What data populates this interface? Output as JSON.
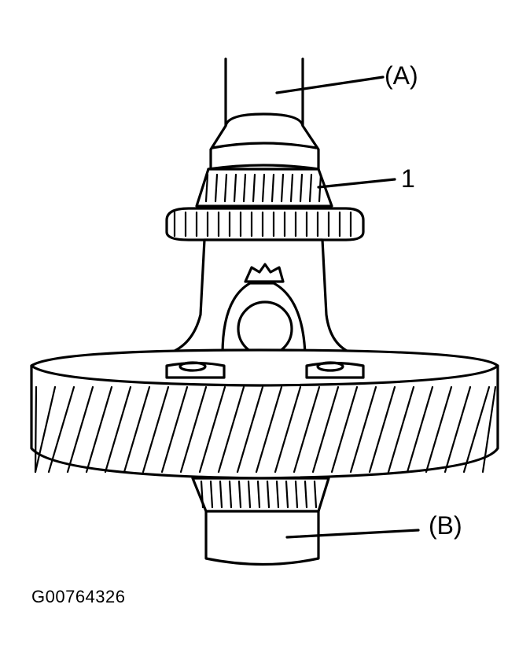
{
  "callouts": {
    "a": "(A)",
    "part_1": "1",
    "b": "(B)"
  },
  "figure_code": "G00764326",
  "colors": {
    "line": "#000000",
    "background": "#ffffff"
  }
}
